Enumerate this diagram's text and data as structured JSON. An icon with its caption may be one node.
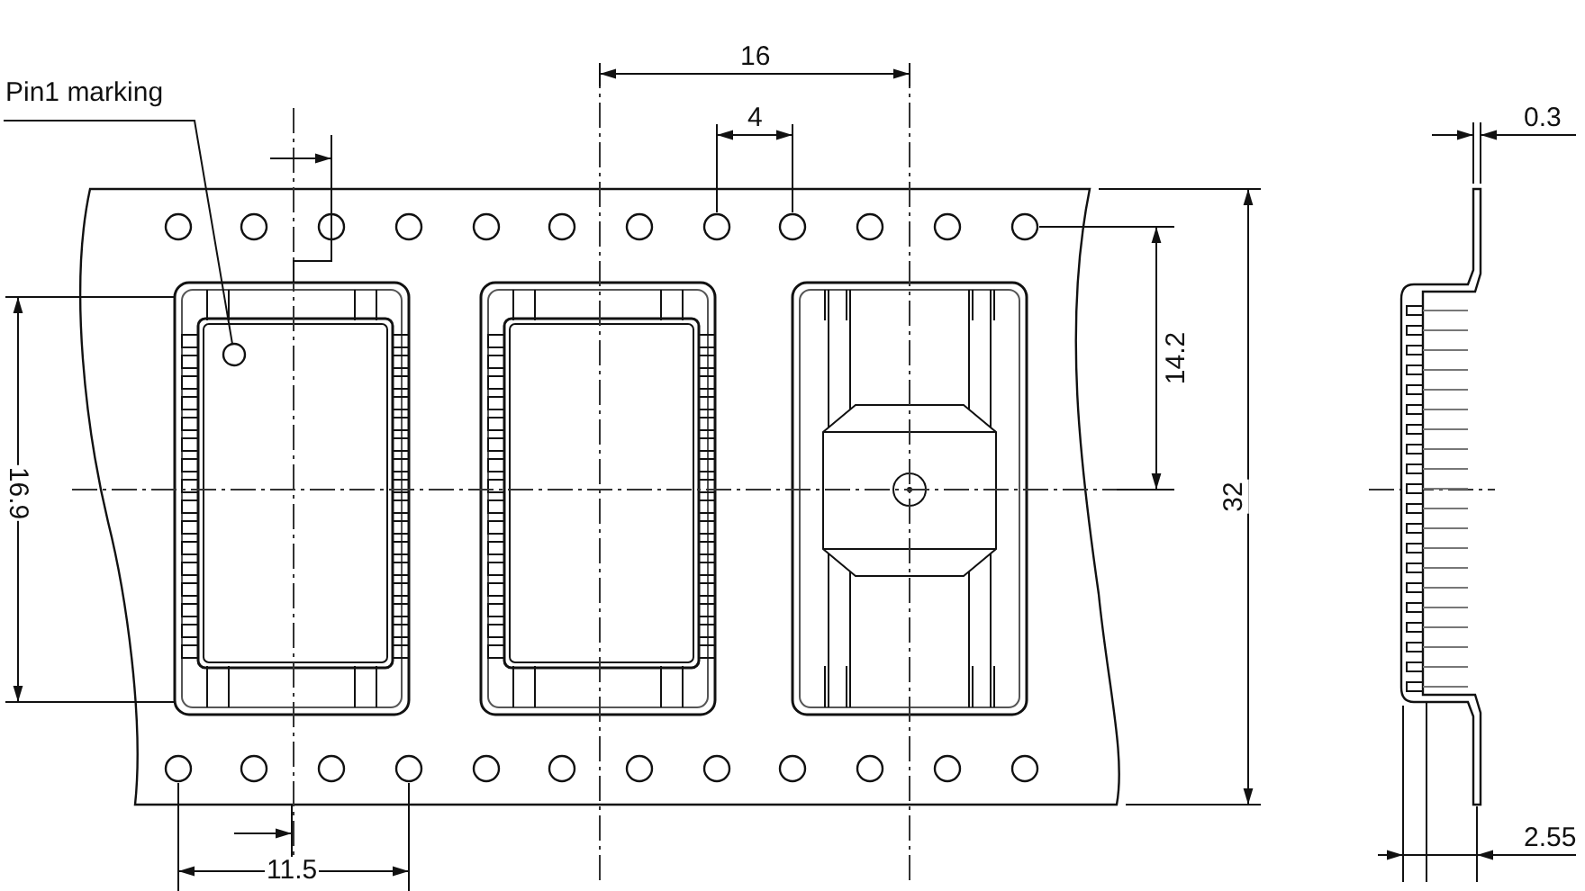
{
  "diagram": {
    "nodes": [
      {
        "text": [
          "Pin1 marking"
        ]
      },
      {
        "text": [],
        "shape": "circle"
      }
    ],
    "edges": [
      {
        "from": 0,
        "to": 1,
        "arrow": "none"
      }
    ],
    "labels": [
      "16",
      "4",
      "0.3",
      "16.9",
      "14.2",
      "32",
      "2.55",
      "11.5"
    ]
  }
}
